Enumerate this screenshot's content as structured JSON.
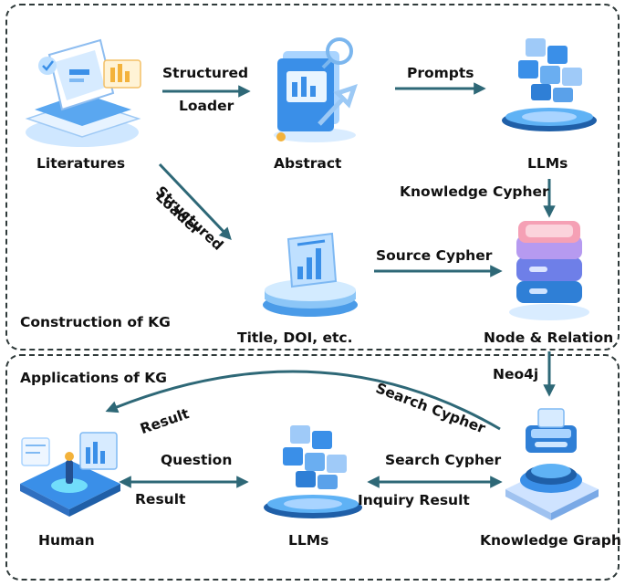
{
  "panels": {
    "construction_title": "Construction of KG",
    "applications_title": "Applications of KG"
  },
  "nodes": {
    "literatures": "Literatures",
    "abstract": "Abstract",
    "llms_top": "LLMs",
    "title_doi": "Title, DOI, etc.",
    "node_relation": "Node & Relation",
    "human": "Human",
    "llms_bottom": "LLMs",
    "knowledge_graph": "Knowledge Graph"
  },
  "edges": {
    "structured_loader_top_1": "Structured",
    "structured_loader_top_2": "Loader",
    "structured_loader_diag_1": "Structured",
    "structured_loader_diag_2": "Loader",
    "prompts": "Prompts",
    "knowledge_cypher": "Knowledge Cypher",
    "source_cypher": "Source Cypher",
    "neo4j": "Neo4j",
    "search_cypher_curve": "Search Cypher",
    "result_curve": "Result",
    "question": "Question",
    "result_bottom": "Result",
    "search_cypher_bottom": "Search Cypher",
    "inquiry_result": "Inquiry Result"
  },
  "colors": {
    "arrow": "#2e6877",
    "border": "#2f3a3a",
    "icon_blue": "#3a8fe8",
    "icon_light": "#a9d4ff"
  }
}
